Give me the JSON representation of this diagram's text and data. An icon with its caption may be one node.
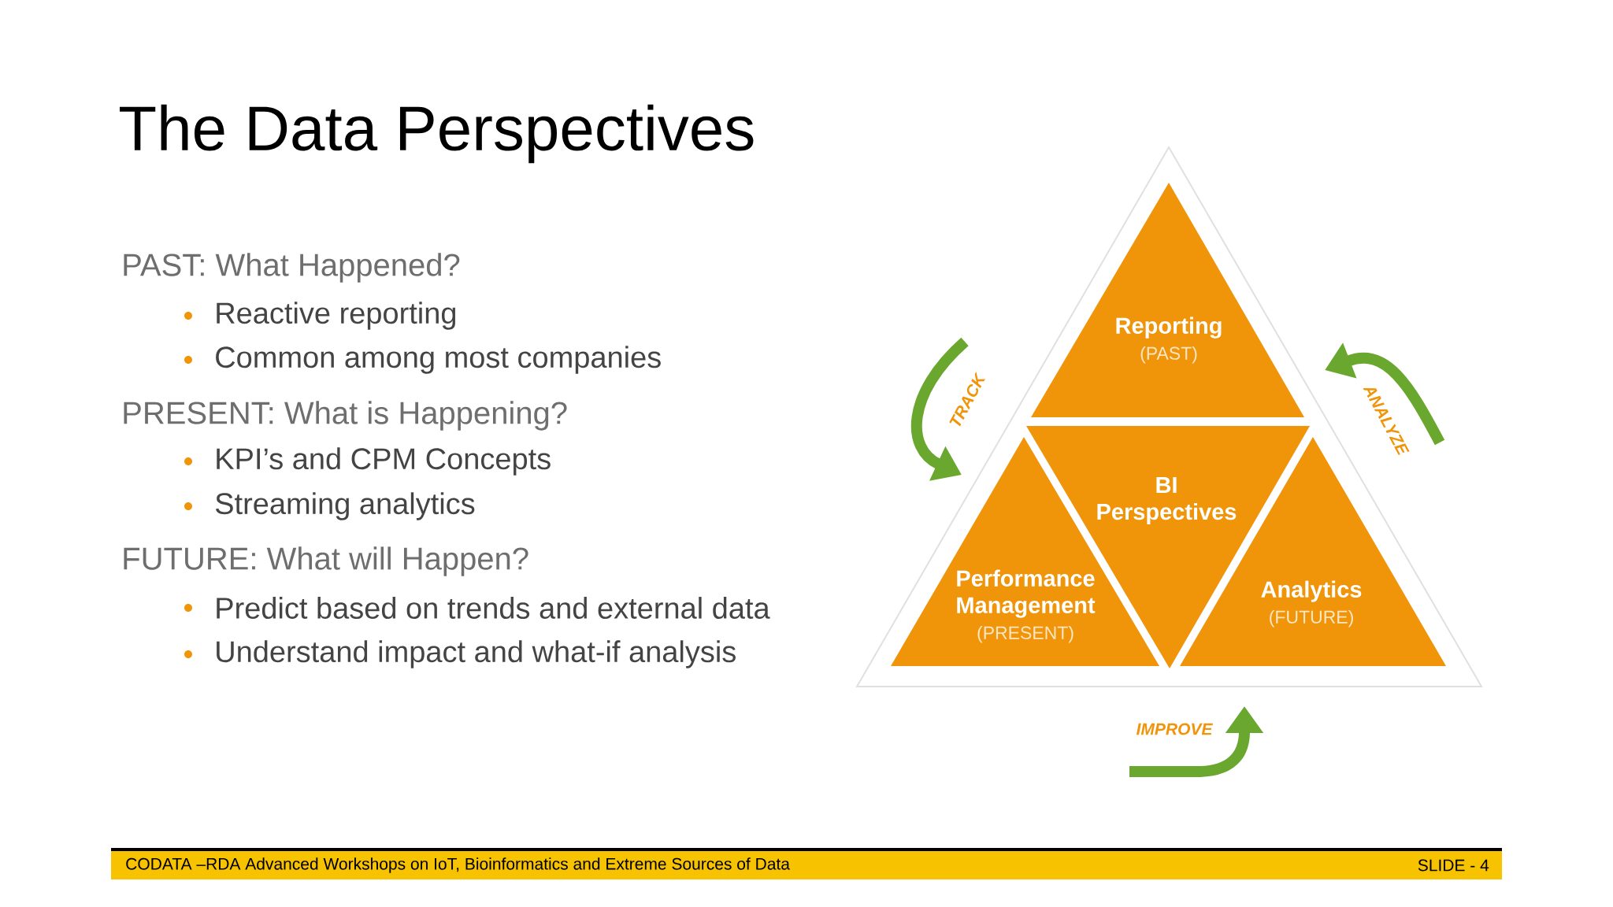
{
  "diagram": {
    "title": "The Data Perspectives",
    "nodes": [
      {
        "text": [
          "Reporting",
          "(PAST)"
        ]
      },
      {
        "text": [
          "BI Perspectives"
        ]
      },
      {
        "text": [
          "Performance Management",
          "(PRESENT)"
        ]
      },
      {
        "text": [
          "Analytics",
          "(FUTURE)"
        ]
      }
    ],
    "labels": [
      "PAST: What Happened?",
      "Reactive reporting",
      "Common among most companies",
      "PRESENT: What is Happening?",
      "KPI’s and CPM Concepts",
      "Streaming analytics",
      "FUTURE: What will Happen?",
      "Predict based on trends and external data",
      "Understand impact and what-if analysis",
      "TRACK",
      "ANALYZE",
      "IMPROVE",
      "CODATA –RDA Advanced Workshops  on IoT, Bioinformatics and Extreme Sources of Data",
      "SLIDE -  4"
    ]
  }
}
